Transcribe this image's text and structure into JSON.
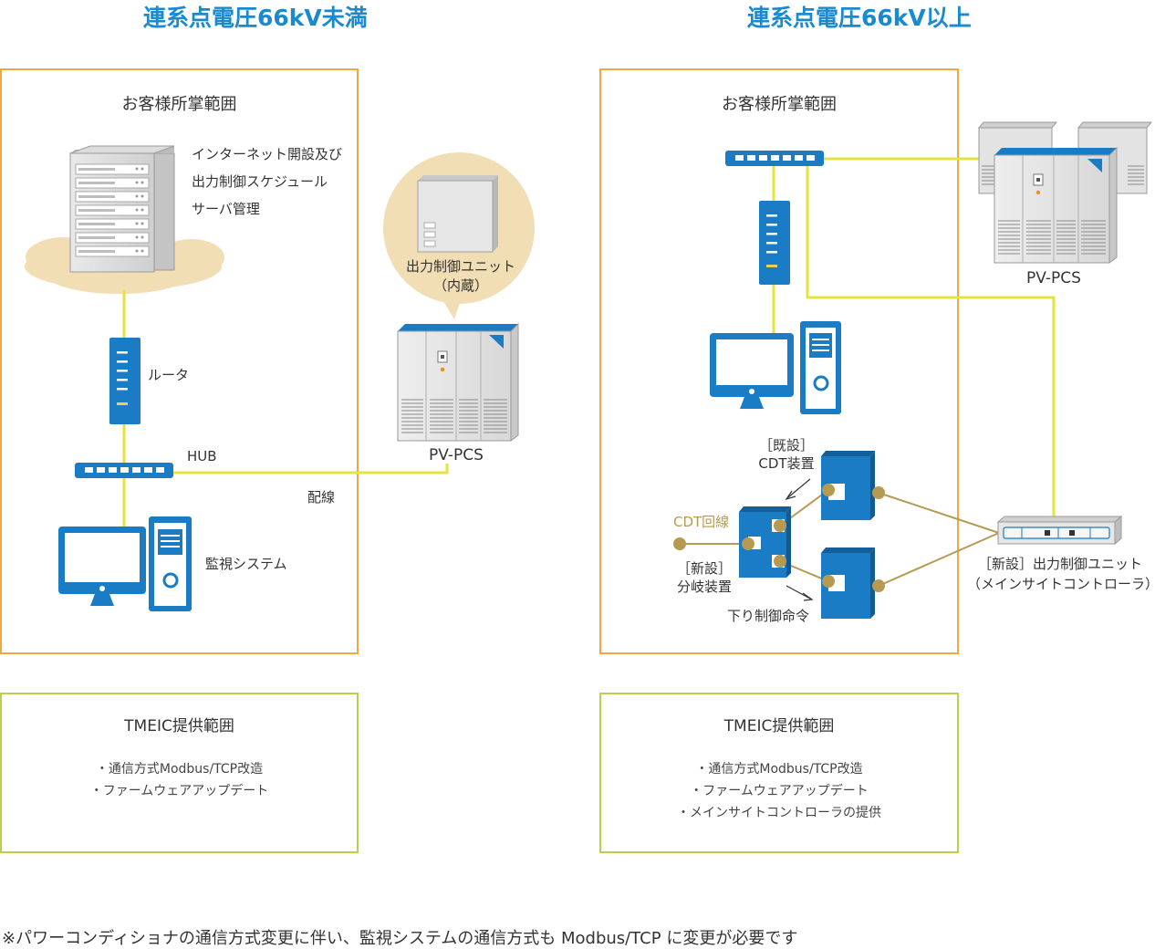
{
  "left": {
    "title": "連系点電圧66kV未満",
    "customer_scope": "お客様所掌範囲",
    "server_label": [
      "インターネット開設及び",
      "出力制御スケジュール",
      "サーバ管理"
    ],
    "router_label": "ルータ",
    "hub_label": "HUB",
    "wiring_label": "配線",
    "monitor_label": "監視システム",
    "unit_label": [
      "出力制御ユニット",
      "（内蔵）"
    ],
    "pcs_label": "PV-PCS",
    "tmeic_title": "TMEIC提供範囲",
    "tmeic_items": [
      "・通信方式Modbus/TCP改造",
      "・ファームウェアアップデート"
    ]
  },
  "right": {
    "title": "連系点電圧66kV以上",
    "customer_scope": "お客様所掌範囲",
    "pcs_label": "PV-PCS",
    "cdt_existing": [
      "［既設］",
      "CDT装置"
    ],
    "cdt_line": "CDT回線",
    "branch": [
      "［新設］",
      "分岐装置"
    ],
    "down_command": "下り制御命令",
    "controller": [
      "［新設］出力制御ユニット",
      "（メインサイトコントローラ）"
    ],
    "tmeic_title": "TMEIC提供範囲",
    "tmeic_items": [
      "・通信方式Modbus/TCP改造",
      "・ファームウェアアップデート",
      "・メインサイトコントローラの提供"
    ]
  },
  "footnote": "※パワーコンディショナの通信方式変更に伴い、監視システムの通信方式も Modbus/TCP に変更が必要です",
  "colors": {
    "title": "#1a8ad0",
    "device_blue": "#1a7cc4",
    "wire_yellow": "#e4e43a",
    "cdt_gold": "#b79a52",
    "orange_border": "#f4a640",
    "green_border": "#b9cf4e",
    "cloud": "#f1deb5"
  }
}
